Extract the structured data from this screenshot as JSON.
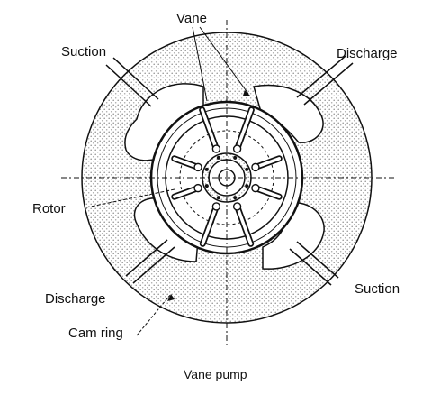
{
  "labels": {
    "vane": "Vane",
    "suction_top": "Suction",
    "discharge_top": "Discharge",
    "rotor": "Rotor",
    "discharge_bottom": "Discharge",
    "suction_bottom": "Suction",
    "cam_ring": "Cam ring"
  },
  "caption": "Vane pump",
  "colors": {
    "ink": "#111111",
    "stipple": "#9a9a9a",
    "paper": "#ffffff"
  }
}
